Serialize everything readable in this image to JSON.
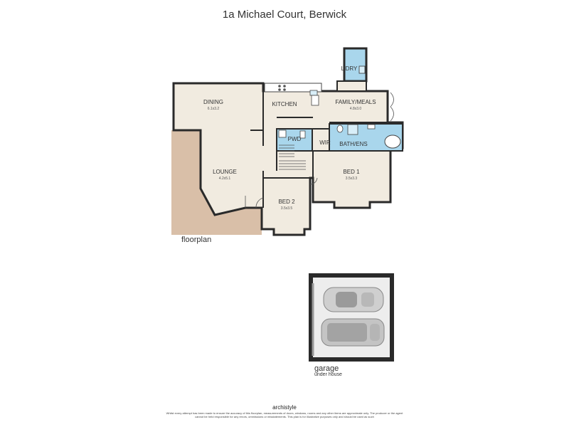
{
  "title": "1a Michael Court, Berwick",
  "colors": {
    "floor": "#f1ebe0",
    "wet_area": "#a9d6ec",
    "deck": "#d9bfa8",
    "wall": "#2a2a2a",
    "garage_floor": "#ededed"
  },
  "rooms": {
    "ldry": {
      "name": "L'DRY"
    },
    "dining": {
      "name": "DINING",
      "size": "6.1x3.2"
    },
    "kitchen": {
      "name": "KITCHEN"
    },
    "family_meals": {
      "name": "FAMILY/MEALS",
      "size": "4.8x3.0"
    },
    "pwd": {
      "name": "PWD"
    },
    "wir": {
      "name": "WIR"
    },
    "bath_ens": {
      "name": "BATH/ENS"
    },
    "lounge": {
      "name": "LOUNGE",
      "size": "4.2x5.1"
    },
    "bed1": {
      "name": "BED 1",
      "size": "3.5x3.3"
    },
    "bed2": {
      "name": "BED 2",
      "size": "3.5x3.5"
    }
  },
  "labels": {
    "floorplan": "floorplan",
    "garage": "garage",
    "garage_sub": "under house"
  },
  "footer": {
    "brand": "archistyle",
    "disclaimer": "Whilst every attempt has been made to ensure the accuracy of this floorplan, measurements of doors, windows, rooms and any other items are approximate only. The producer or the agent cannot be held responsible for any errors, ommissions or misstatements. This plan is for illustrative purposes only and should be used as such"
  },
  "icons": [
    "car-icon",
    "van-icon",
    "toilet-icon",
    "bath-icon",
    "sink-icon",
    "stove-icon"
  ]
}
